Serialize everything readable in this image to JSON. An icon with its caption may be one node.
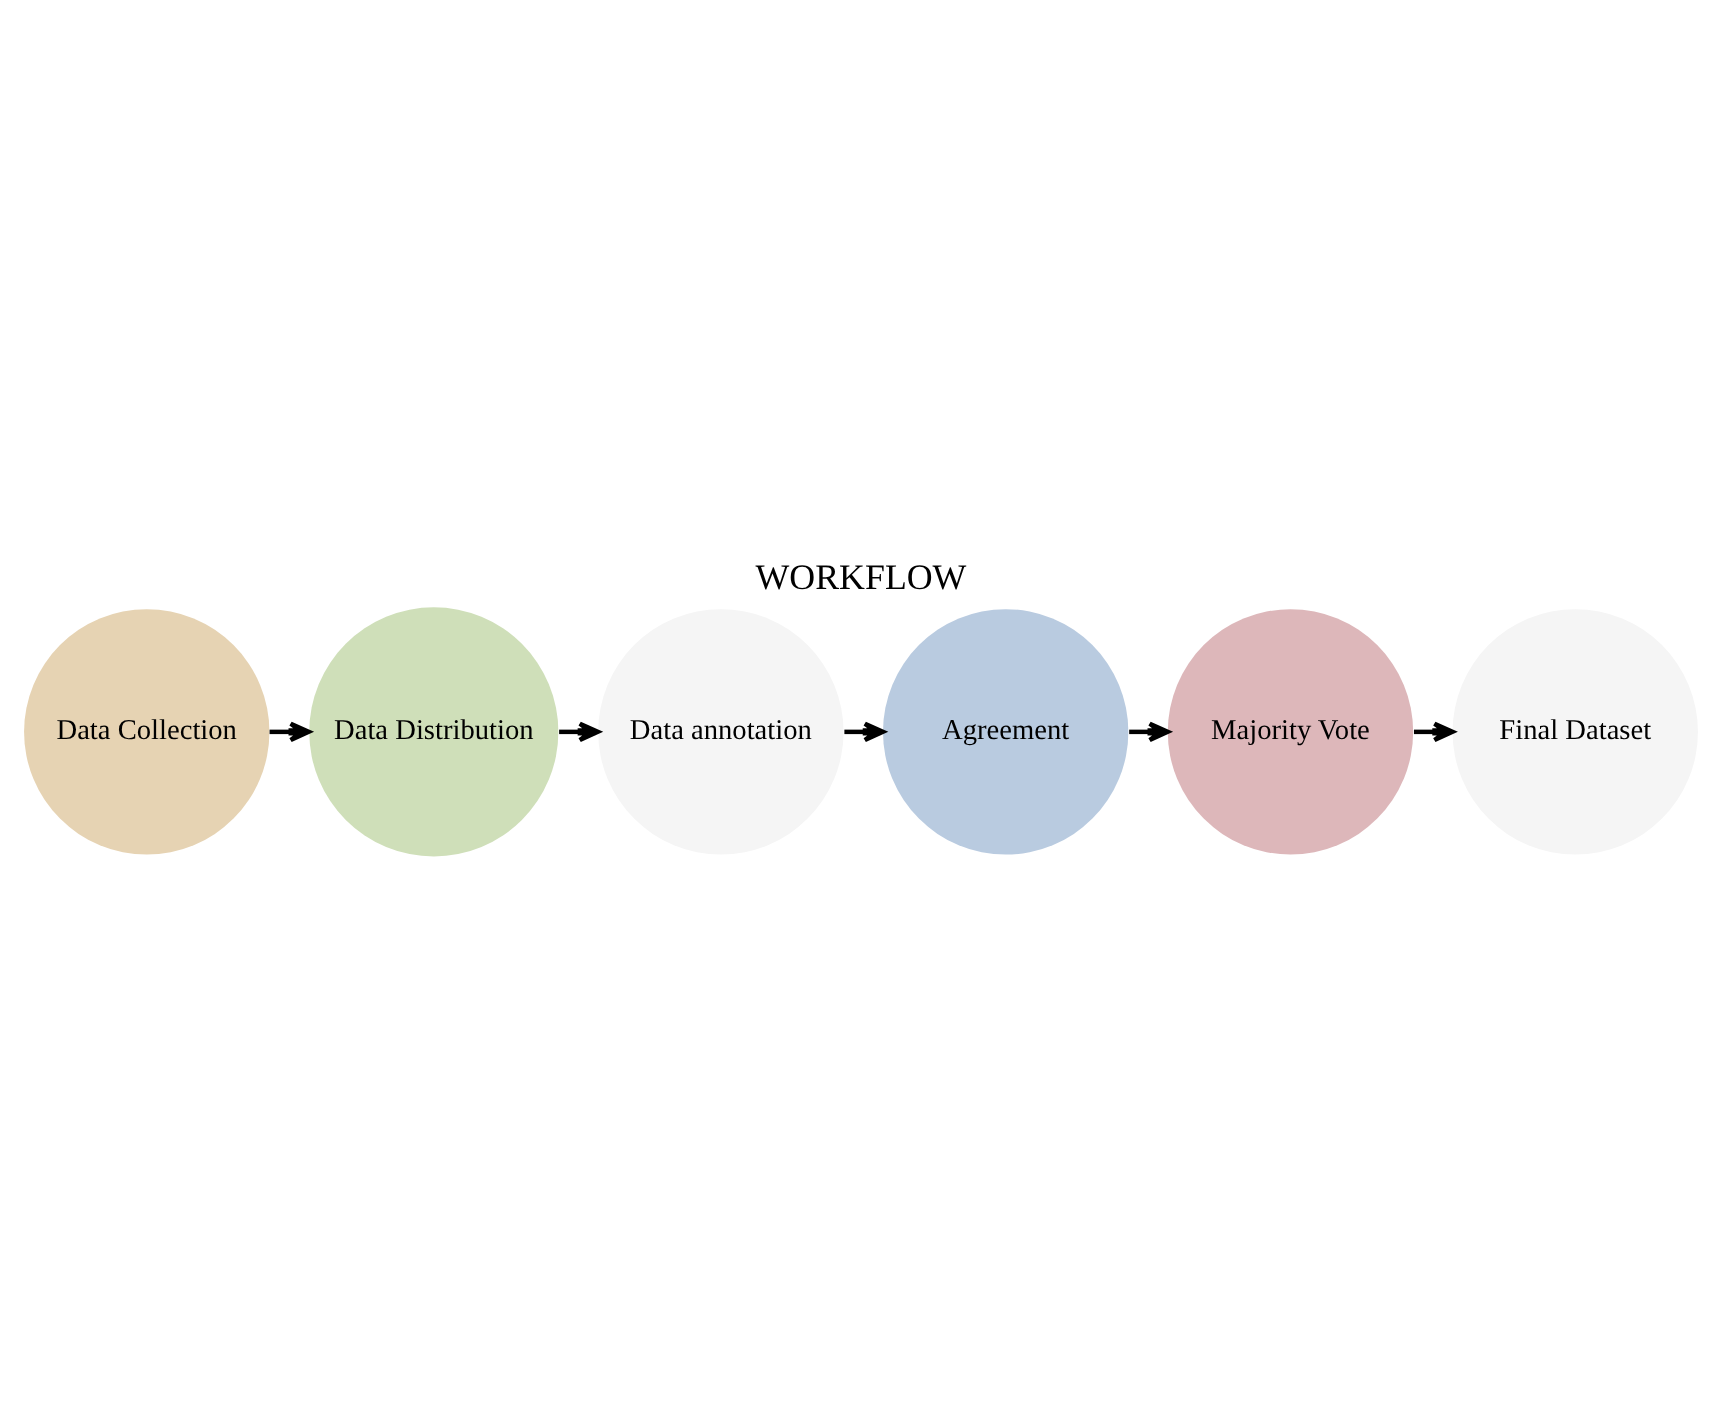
{
  "diagram": {
    "title": "WORKFLOW",
    "nodes": [
      {
        "text": [
          "Data Collection"
        ]
      },
      {
        "text": [
          "Data Distribution"
        ]
      },
      {
        "text": [
          "Data annotation"
        ]
      },
      {
        "text": [
          "Agreement"
        ]
      },
      {
        "text": [
          "Majority Vote"
        ]
      },
      {
        "text": [
          "Final Dataset"
        ]
      }
    ],
    "edges": [
      {
        "from": 0,
        "to": 1,
        "arrow": "to"
      },
      {
        "from": 1,
        "to": 2,
        "arrow": "to"
      },
      {
        "from": 2,
        "to": 3,
        "arrow": "to"
      },
      {
        "from": 3,
        "to": 4,
        "arrow": "to"
      },
      {
        "from": 4,
        "to": 5,
        "arrow": "to"
      }
    ]
  }
}
